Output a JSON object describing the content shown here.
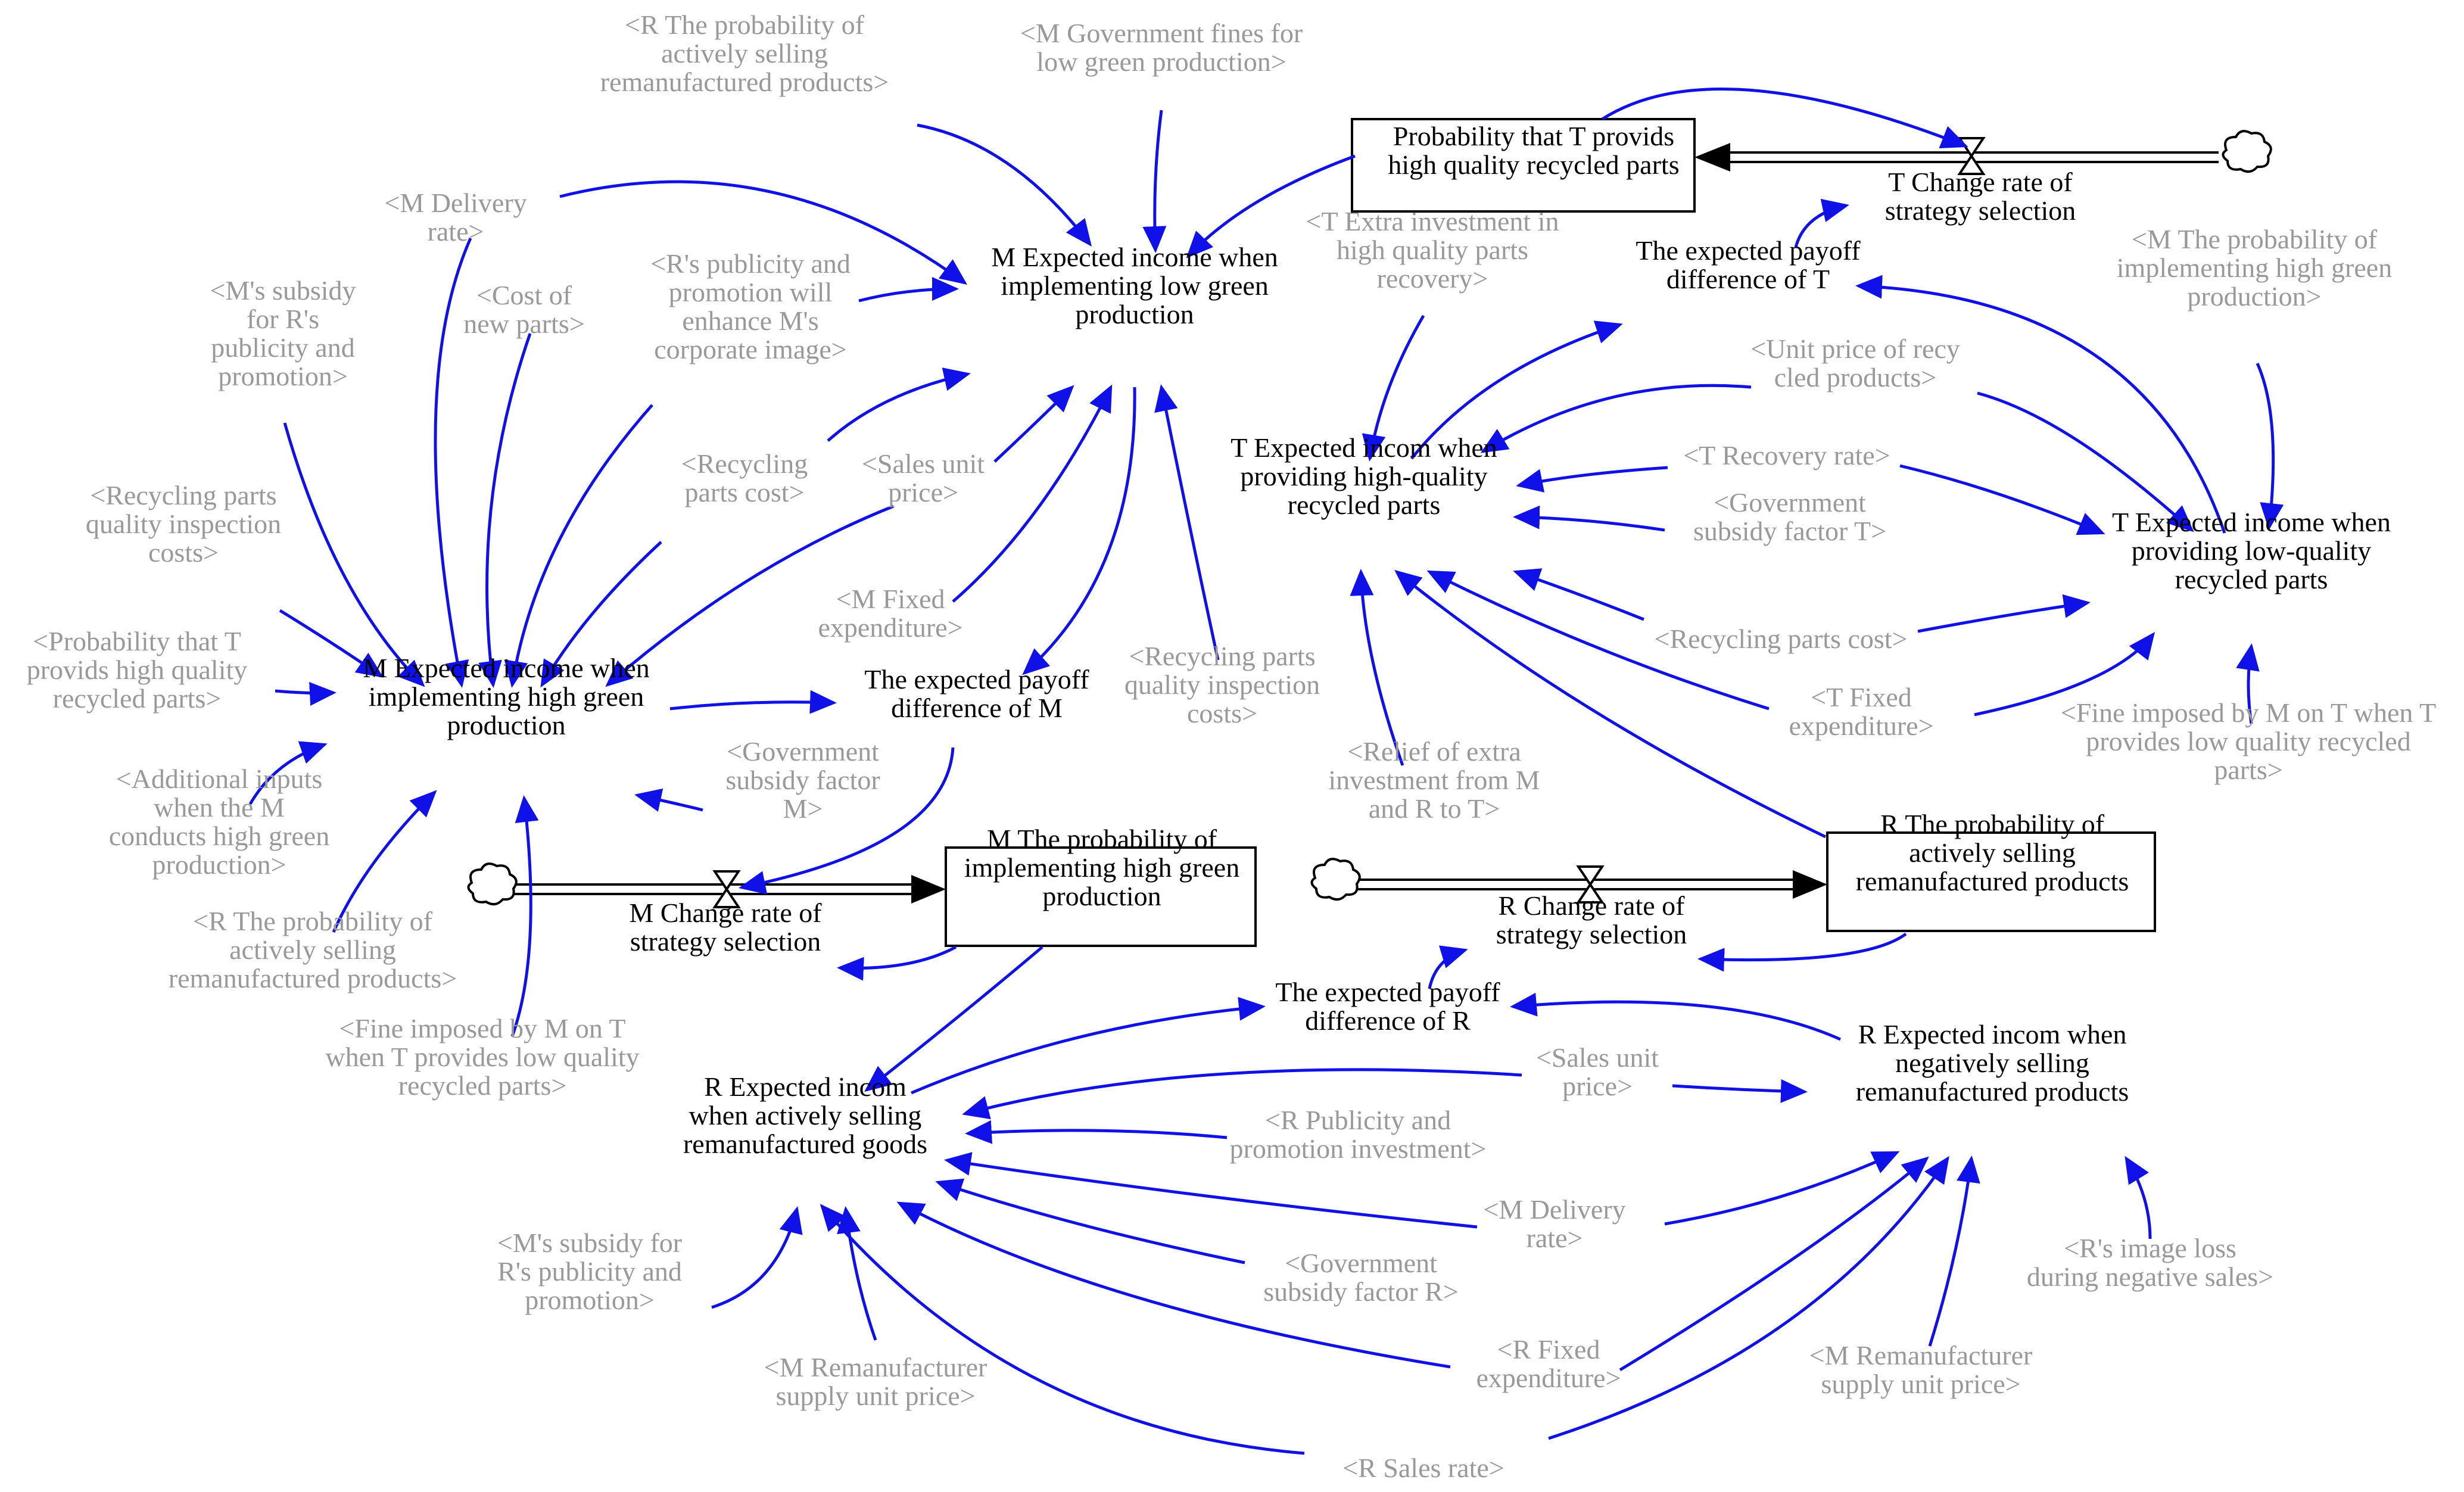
{
  "labels": {
    "probT": [
      "Probability that T provids",
      "high quality recycled parts"
    ],
    "mProb": [
      "M The probability of",
      "implementing high green",
      "production"
    ],
    "rProb": [
      "R The probability of",
      "actively selling",
      "remanufactured products"
    ],
    "tChange": [
      "T Change rate of",
      "strategy selection"
    ],
    "mChange": [
      "M Change rate of",
      "strategy selection"
    ],
    "rChange": [
      "R Change rate of",
      "strategy selection"
    ],
    "mLow": [
      "M Expected income when",
      "implementing low green",
      "production"
    ],
    "mHigh": [
      "M Expected income when",
      "implementing high green",
      "production"
    ],
    "payoffM": [
      "The expected payoff",
      "difference of M"
    ],
    "payoffT": [
      "The expected payoff",
      "difference of T"
    ],
    "payoffR": [
      "The expected payoff",
      "difference of R"
    ],
    "tHigh": [
      "T Expected incom when",
      "providing high-quality",
      "recycled parts"
    ],
    "tLow": [
      "T Expected income when",
      "providing low-quality",
      "recycled parts"
    ],
    "rActive": [
      "R Expected incom",
      "when actively selling",
      "remanufactured goods"
    ],
    "rNeg": [
      "R Expected incom when",
      "negatively selling",
      "remanufactured products"
    ],
    "s_rProbTop": [
      "<R The probability of",
      "actively selling",
      "remanufactured products>"
    ],
    "s_govFines": [
      "<M Government fines for",
      "low green production>"
    ],
    "s_mDelivery1": [
      "<M Delivery",
      "rate>"
    ],
    "s_costParts": [
      "<Cost of",
      "new parts>"
    ],
    "s_rPublicity": [
      "<R's publicity and",
      "promotion will",
      "enhance M's",
      "corporate image>"
    ],
    "s_mSubsidy1": [
      "<M's subsidy",
      "for R's",
      "publicity and",
      "promotion>"
    ],
    "s_recCost1": [
      "<Recycling",
      "parts cost>"
    ],
    "s_salesPrice1": [
      "<Sales unit",
      "price>"
    ],
    "s_inspect1": [
      "<Recycling parts",
      "quality inspection",
      "costs>"
    ],
    "s_probT": [
      "<Probability that T",
      "provids high quality",
      "recycled parts>"
    ],
    "s_mFixed": [
      "<M Fixed",
      "expenditure>"
    ],
    "s_inspect2": [
      "<Recycling parts",
      "quality inspection",
      "costs>"
    ],
    "s_govM": [
      "<Government",
      "subsidy factor",
      "M>"
    ],
    "s_addInputs": [
      "<Additional inputs",
      "when the M",
      "conducts high green",
      "production>"
    ],
    "s_rProbLeft": [
      "<R The probability of",
      "actively selling",
      "remanufactured products>"
    ],
    "s_fineLeft": [
      "<Fine imposed by M on T",
      "when T provides low quality",
      "recycled parts>"
    ],
    "s_tExtra": [
      "<T Extra investment in",
      "high quality parts",
      "recovery>"
    ],
    "s_mProbRight": [
      "<M The probability of",
      "implementing high green",
      "production>"
    ],
    "s_unitPrice": [
      "<Unit price of recy",
      "cled products>"
    ],
    "s_tRecovery": [
      "<T Recovery rate>"
    ],
    "s_govT": [
      "<Government",
      "subsidy factor T>"
    ],
    "s_recCost2": [
      "<Recycling parts cost>"
    ],
    "s_tFixed": [
      "<T Fixed",
      "expenditure>"
    ],
    "s_fineRight": [
      "<Fine imposed by M on T when T",
      "provides low quality recycled",
      "parts>"
    ],
    "s_relief": [
      "<Relief of extra",
      "investment from M",
      "and R to T>"
    ],
    "s_salesPrice2": [
      "<Sales unit",
      "price>"
    ],
    "s_rPubInv": [
      "<R Publicity and",
      "promotion investment>"
    ],
    "s_mDelivery2": [
      "<M Delivery",
      "rate>"
    ],
    "s_govR": [
      "<Government",
      "subsidy factor R>"
    ],
    "s_mSubsidy2": [
      "<M's subsidy for",
      "R's publicity and",
      "promotion>"
    ],
    "s_rImage": [
      "<R's image loss",
      "during negative sales>"
    ],
    "s_mRemanL": [
      "<M Remanufacturer",
      "supply unit price>"
    ],
    "s_rFixed": [
      "<R Fixed",
      "expenditure>"
    ],
    "s_mRemanR": [
      "<M Remanufacturer",
      "supply unit price>"
    ],
    "s_rSales": [
      "<R Sales rate>"
    ]
  },
  "colors": {
    "link": "#1010e8",
    "variable": "#000000",
    "shadow_variable": "#999999"
  }
}
